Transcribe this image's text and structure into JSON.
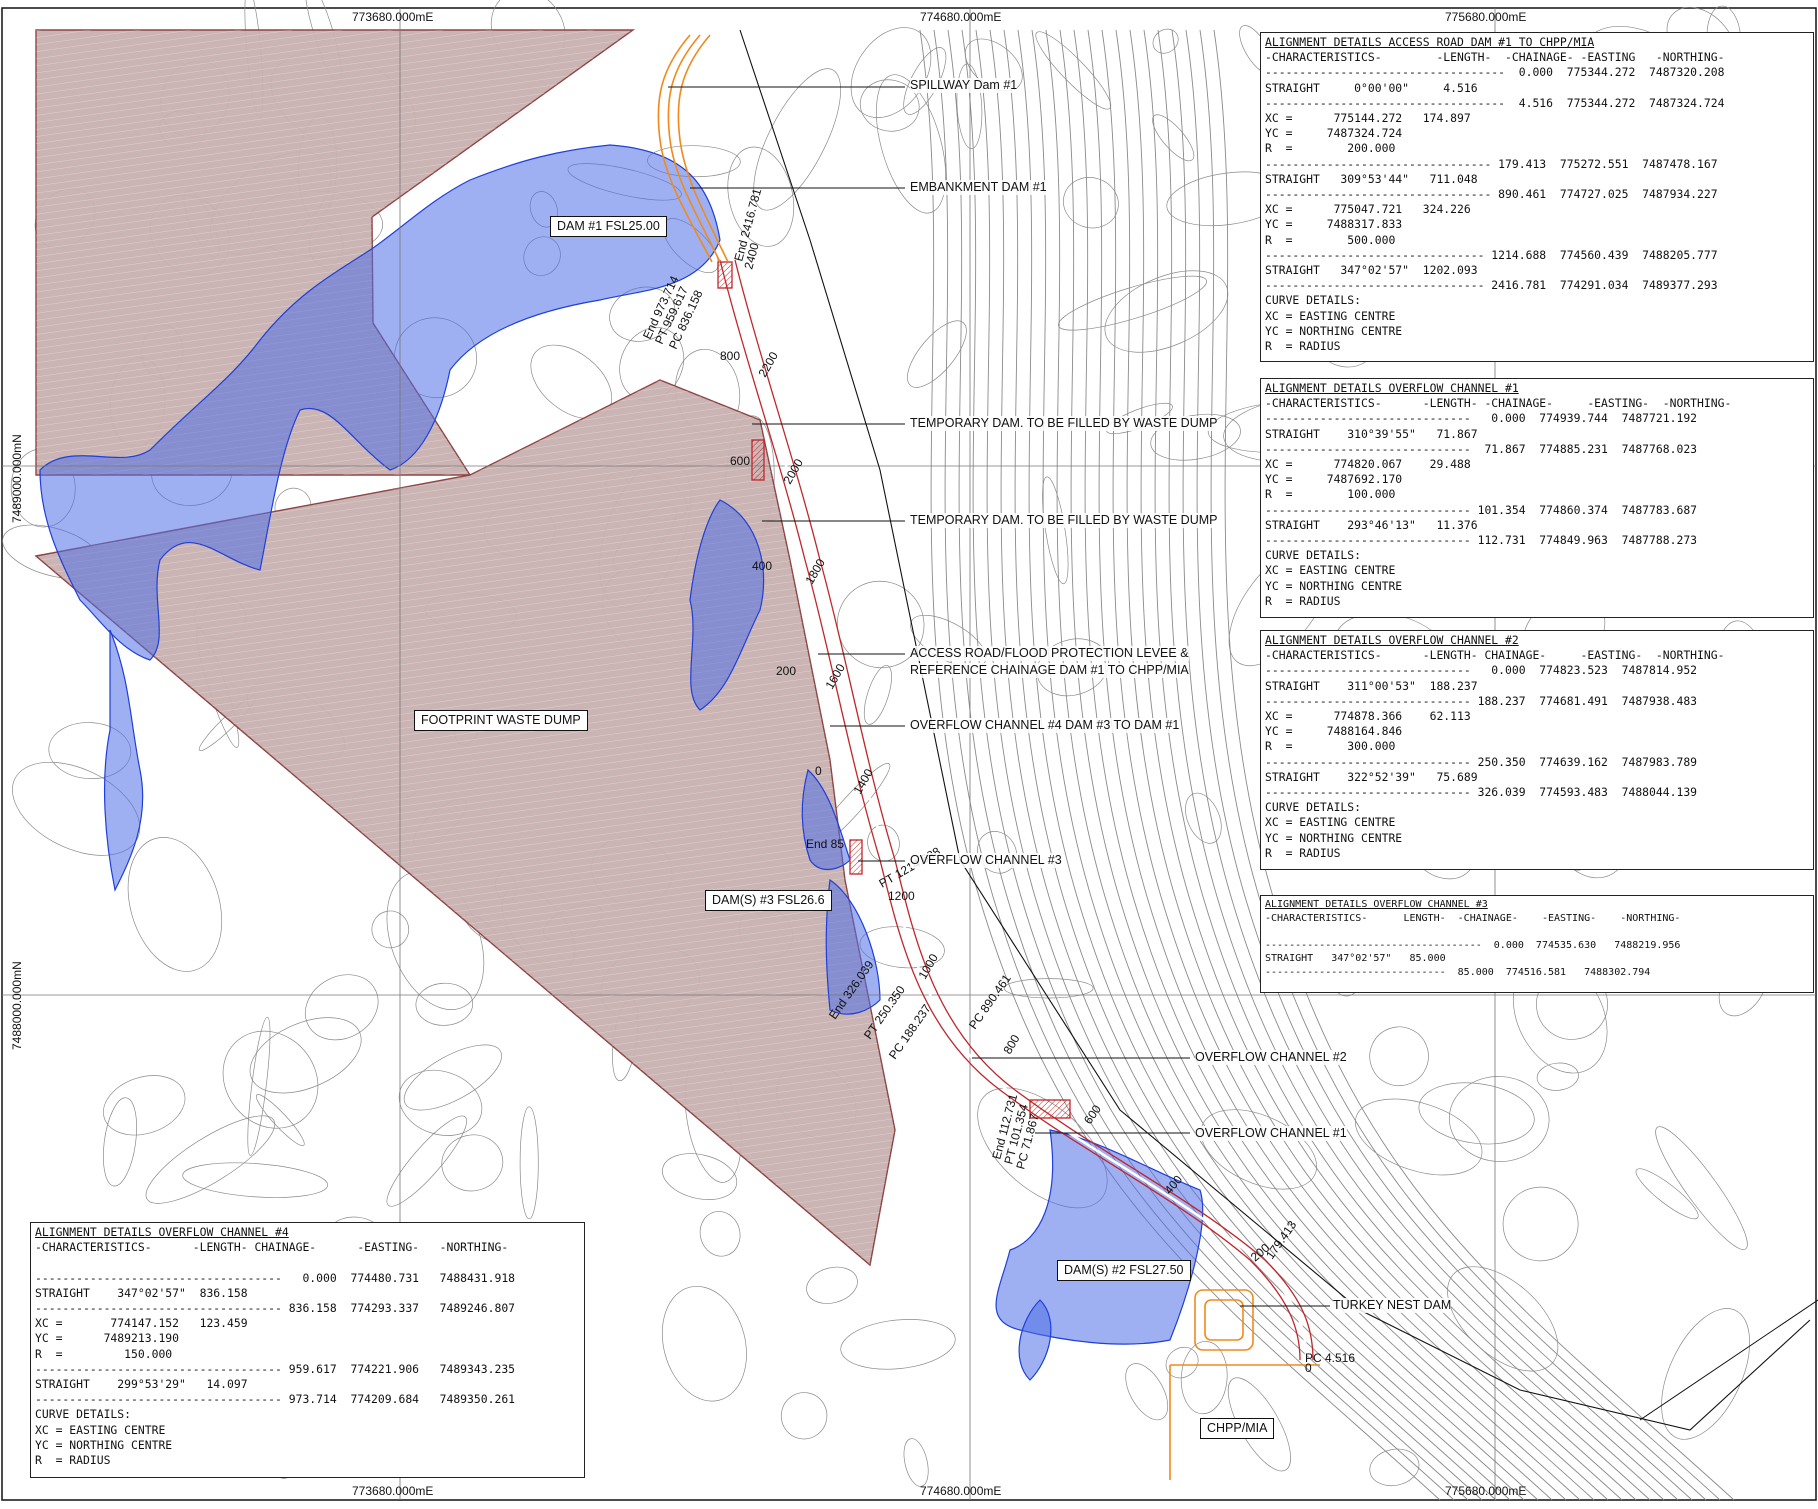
{
  "grid": {
    "top_labels": [
      "773680.000mE",
      "774680.000mE",
      "775680.000mE"
    ],
    "bottom_labels": [
      "773680.000mE",
      "774680.000mE",
      "775680.000mE"
    ],
    "left_labels": [
      "7489000.000mN",
      "7488000.000mN"
    ]
  },
  "map_tags": {
    "dam1": "DAM #1 FSL25.00",
    "waste_dump": "FOOTPRINT WASTE DUMP",
    "dam3": "DAM(S) #3 FSL26.6",
    "dam2": "DAM(S) #2 FSL27.50",
    "chpp": "CHPP/MIA"
  },
  "callouts": {
    "spillway": "SPILLWAY Dam #1",
    "embankment": "EMBANKMENT DAM #1",
    "temp_dam_1": "TEMPORARY DAM. TO BE FILLED BY WASTE DUMP",
    "temp_dam_2": "TEMPORARY DAM. TO BE FILLED BY WASTE DUMP",
    "access_road_1": "ACCESS ROAD/FLOOD PROTECTION LEVEE &",
    "access_road_2": "REFERENCE CHAINAGE DAM #1 TO CHPP/MIA",
    "overflow4": "OVERFLOW CHANNEL #4 DAM #3 TO DAM #1",
    "overflow3": "OVERFLOW CHANNEL #3",
    "overflow2": "OVERFLOW CHANNEL #2",
    "overflow1": "OVERFLOW CHANNEL #1",
    "turkey_nest": "TURKEY NEST DAM"
  },
  "chainage_labels": {
    "ch2200": "2200",
    "ch2000": "2000",
    "ch1800": "1800",
    "ch1600": "1600",
    "ch1400": "1400",
    "ch1200": "1200",
    "ch1000": "1000",
    "ch800b": "800",
    "ch600b": "600",
    "ch400b": "400",
    "ch200b": "200",
    "ch0b": "0",
    "ch800": "800",
    "ch600": "600",
    "ch400": "400",
    "ch200": "200",
    "ch0": "0",
    "end2416": "End 2416.781",
    "v2400": "2400",
    "end973": "End 973.714",
    "pt959": "PT 959.617",
    "pc836": "PC 836.158",
    "end85": "End 85",
    "pt1214": "PT 1214.688",
    "end326": "End 326.039",
    "pt250": "PT 250.350",
    "pc188": "PC 188.237",
    "pc890": "PC 890.461",
    "end112": "End 112.731",
    "end101": "PT 101.354",
    "pc71": "PC 71.867",
    "v179": "179.413",
    "pc4516": "PC 4.516"
  },
  "tables": {
    "access_road": {
      "title": "ALIGNMENT DETAILS ACCESS ROAD DAM #1 TO CHPP/MIA",
      "rows": [
        "-CHARACTERISTICS-        -LENGTH-  -CHAINAGE- -EASTING   -NORTHING-",
        "-----------------------------------  0.000  775344.272  7487320.208",
        "STRAIGHT     0°00'00\"     4.516",
        "-----------------------------------  4.516  775344.272  7487324.724",
        "XC =      775144.272   174.897",
        "YC =     7487324.724",
        "R  =        200.000",
        "--------------------------------- 179.413  775272.551  7487478.167",
        "STRAIGHT   309°53'44\"   711.048",
        "--------------------------------- 890.461  774727.025  7487934.227",
        "XC =      775047.721   324.226",
        "YC =     7488317.833",
        "R  =        500.000",
        "-------------------------------- 1214.688  774560.439  7488205.777",
        "STRAIGHT   347°02'57\"  1202.093",
        "-------------------------------- 2416.781  774291.034  7489377.293",
        "CURVE DETAILS:",
        "XC = EASTING CENTRE",
        "YC = NORTHING CENTRE",
        "R  = RADIUS"
      ]
    },
    "overflow1": {
      "title": "ALIGNMENT DETAILS OVERFLOW CHANNEL #1",
      "rows": [
        "-CHARACTERISTICS-      -LENGTH- -CHAINAGE-     -EASTING-  -NORTHING-",
        "------------------------------   0.000  774939.744  7487721.192",
        "STRAIGHT    310°39'55\"   71.867",
        "------------------------------  71.867  774885.231  7487768.023",
        "XC =      774820.067    29.488",
        "YC =     7487692.170",
        "R  =        100.000",
        "------------------------------ 101.354  774860.374  7487783.687",
        "STRAIGHT    293°46'13\"   11.376",
        "------------------------------ 112.731  774849.963  7487788.273",
        "CURVE DETAILS:",
        "XC = EASTING CENTRE",
        "YC = NORTHING CENTRE",
        "R  = RADIUS"
      ]
    },
    "overflow2": {
      "title": "ALIGNMENT DETAILS OVERFLOW CHANNEL #2",
      "rows": [
        "-CHARACTERISTICS-      -LENGTH- CHAINAGE-     -EASTING-  -NORTHING-",
        "------------------------------   0.000  774823.523  7487814.952",
        "STRAIGHT    311°00'53\"  188.237",
        "------------------------------ 188.237  774681.491  7487938.483",
        "XC =      774878.366    62.113",
        "YC =     7488164.846",
        "R  =        300.000",
        "------------------------------ 250.350  774639.162  7487983.789",
        "STRAIGHT    322°52'39\"   75.689",
        "------------------------------ 326.039  774593.483  7488044.139",
        "CURVE DETAILS:",
        "XC = EASTING CENTRE",
        "YC = NORTHING CENTRE",
        "R  = RADIUS"
      ]
    },
    "overflow3": {
      "title": "ALIGNMENT DETAILS OVERFLOW CHANNEL #3",
      "rows": [
        "-CHARACTERISTICS-      LENGTH-  -CHAINAGE-    -EASTING-    -NORTHING-",
        "",
        "------------------------------------  0.000  774535.630   7488219.956",
        "STRAIGHT   347°02'57\"   85.000",
        "------------------------------  85.000  774516.581   7488302.794"
      ]
    },
    "overflow4": {
      "title": "ALIGNMENT DETAILS OVERFLOW CHANNEL #4",
      "rows": [
        "-CHARACTERISTICS-      -LENGTH- CHAINAGE-      -EASTING-   -NORTHING-",
        "",
        "------------------------------------   0.000  774480.731   7488431.918",
        "STRAIGHT    347°02'57\"  836.158",
        "------------------------------------ 836.158  774293.337   7489246.807",
        "XC =       774147.152   123.459",
        "YC =      7489213.190",
        "R  =         150.000",
        "------------------------------------ 959.617  774221.906   7489343.235",
        "STRAIGHT    299°53'29\"   14.097",
        "------------------------------------ 973.714  774209.684   7489350.261",
        "CURVE DETAILS:",
        "XC = EASTING CENTRE",
        "YC = NORTHING CENTRE",
        "R  = RADIUS"
      ]
    }
  },
  "colors": {
    "waste_dump_fill": "#c9b1b0",
    "waste_dump_edge": "#8a3a3a",
    "water_fill": "#4f6fe8",
    "road_red": "#c0262b",
    "spillway_orange": "#f08a1c",
    "contour_gray": "#8a8a8a"
  }
}
